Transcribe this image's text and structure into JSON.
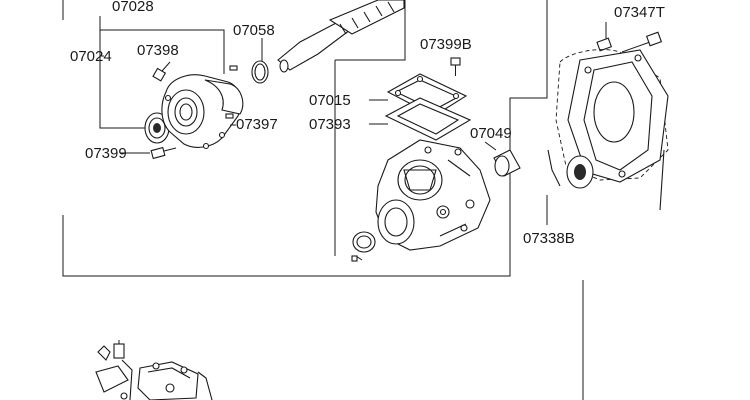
{
  "callouts": [
    {
      "id": "c07028",
      "label": "07028"
    },
    {
      "id": "c07024",
      "label": "07024"
    },
    {
      "id": "c07398",
      "label": "07398"
    },
    {
      "id": "c07058",
      "label": "07058"
    },
    {
      "id": "c07397",
      "label": "07397"
    },
    {
      "id": "c07399",
      "label": "07399"
    },
    {
      "id": "c07399B",
      "label": "07399B"
    },
    {
      "id": "c07015",
      "label": "07015"
    },
    {
      "id": "c07393",
      "label": "07393"
    },
    {
      "id": "c07049",
      "label": "07049"
    },
    {
      "id": "c07347T",
      "label": "07347T"
    },
    {
      "id": "c07338B",
      "label": "07338B"
    }
  ]
}
